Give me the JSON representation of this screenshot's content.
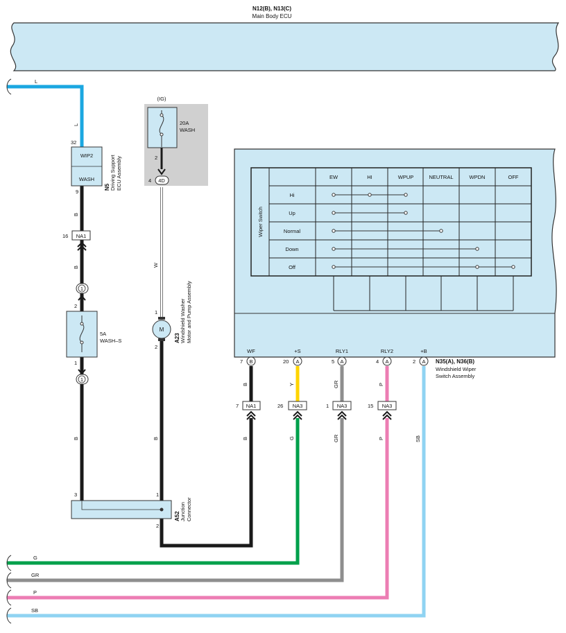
{
  "ecu": {
    "codes": "N12(B), N13(C)",
    "name": "Main Body ECU"
  },
  "driving_support": {
    "code": "N5",
    "name1": "Driving Support",
    "name2": "ECU Assembly",
    "term_top": "WIP2",
    "term_bottom": "WASH",
    "pin_top": "32",
    "pin_bottom": "9"
  },
  "washer_fuse": {
    "source": "(IG)",
    "rating": "20A",
    "name": "WASH",
    "pin": "2",
    "conn_pin": "4",
    "conn": "4D"
  },
  "wash_s_fuse": {
    "rating": "5A",
    "name": "WASH–S",
    "pin_top": "2",
    "pin_bottom": "1"
  },
  "motor": {
    "code": "A23",
    "name1": "Windshield Washer",
    "name2": "Motor and Pump Assembly",
    "symbol": "M",
    "pin_top": "1",
    "pin_bottom": "2"
  },
  "junction": {
    "code": "A52",
    "name1": "Junction",
    "name2": "Connector",
    "pin_left": "3",
    "pin_right": "1",
    "pin_bottom": "2"
  },
  "connector_na1_top": {
    "pin": "16",
    "label": "NA1"
  },
  "inline_conn": {
    "label": "1"
  },
  "switch": {
    "codes": "N35(A), N36(B)",
    "name1": "Windshield Wiper",
    "name2": "Switch Assembly",
    "table_title": "Wiper Switch",
    "columns": [
      "EW",
      "HI",
      "WPUP",
      "NEUTRAL",
      "WPDN",
      "OFF"
    ],
    "rows": [
      "Hi",
      "Up",
      "Normal",
      "Down",
      "Off"
    ],
    "terminals": [
      {
        "name": "WF",
        "pin": "7",
        "conn": "B",
        "color": "B",
        "na_pin": "7",
        "na": "NA1",
        "color2": "B"
      },
      {
        "name": "+S",
        "pin": "20",
        "conn": "A",
        "color": "Y",
        "na_pin": "26",
        "na": "NA3",
        "color2": "G"
      },
      {
        "name": "RLY1",
        "pin": "5",
        "conn": "A",
        "color": "GR",
        "na_pin": "1",
        "na": "NA3",
        "color2": "GR"
      },
      {
        "name": "RLY2",
        "pin": "4",
        "conn": "A",
        "color": "P",
        "na_pin": "15",
        "na": "NA3",
        "color2": "P"
      },
      {
        "name": "+B",
        "pin": "2",
        "conn": "A",
        "color": "SB",
        "color2": "SB"
      }
    ]
  },
  "wires": {
    "top_L": "L",
    "L_vert": "L",
    "ds_B": "B",
    "na1_B": "B",
    "lower_B": "B",
    "mid_B": "B",
    "W": "W",
    "bottom": [
      "G",
      "GR",
      "P",
      "SB"
    ]
  },
  "colors": {
    "L": "#1ba7e1",
    "B": "#1a1a1a",
    "W": "#ffffff",
    "Y": "#ffd400",
    "G": "#00a04b",
    "GR": "#8e8e8e",
    "P": "#ec7db3",
    "SB": "#8fd3f2",
    "panel": "#cce8f4",
    "fuse_area": "#d0d0d0"
  }
}
